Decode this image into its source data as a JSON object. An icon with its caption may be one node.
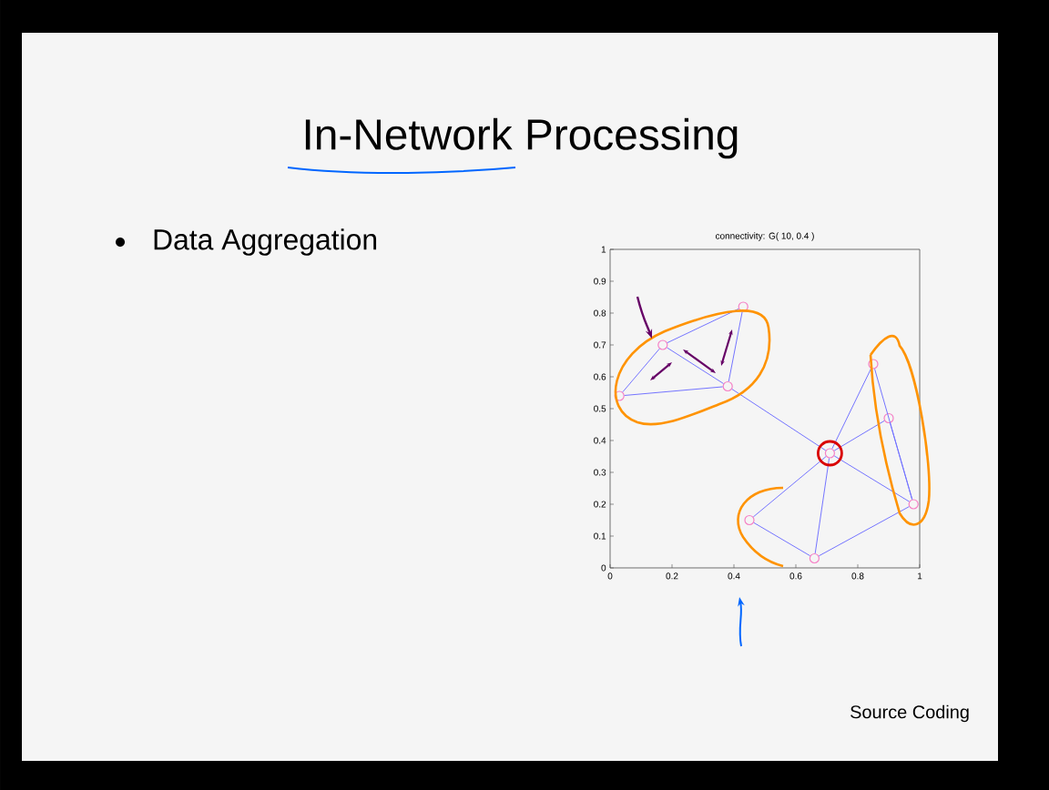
{
  "diagram": {
    "title": "In-Network Processing",
    "nodes": [
      {
        "text": [],
        "shape": "circle"
      },
      {
        "text": [],
        "shape": "circle"
      },
      {
        "text": [],
        "shape": "circle"
      },
      {
        "text": [],
        "shape": "circle"
      },
      {
        "text": [],
        "shape": "circle"
      },
      {
        "text": [],
        "shape": "circle"
      },
      {
        "text": [],
        "shape": "circle"
      },
      {
        "text": [],
        "shape": "circle"
      },
      {
        "text": [],
        "shape": "circle"
      },
      {
        "text": [],
        "shape": "circle"
      }
    ],
    "edges": [
      {
        "from": 0,
        "to": 1,
        "arrow": "none"
      },
      {
        "from": 0,
        "to": 2,
        "arrow": "none"
      },
      {
        "from": 1,
        "to": 2,
        "arrow": "none"
      },
      {
        "from": 1,
        "to": 3,
        "arrow": "none"
      },
      {
        "from": 2,
        "to": 3,
        "arrow": "none"
      },
      {
        "from": 2,
        "to": 6,
        "arrow": "none"
      },
      {
        "from": 6,
        "to": 7,
        "arrow": "none"
      },
      {
        "from": 6,
        "to": 8,
        "arrow": "none"
      },
      {
        "from": 6,
        "to": 9,
        "arrow": "none"
      },
      {
        "from": 6,
        "to": 4,
        "arrow": "none"
      },
      {
        "from": 6,
        "to": 5,
        "arrow": "none"
      },
      {
        "from": 7,
        "to": 9,
        "arrow": "none"
      },
      {
        "from": 8,
        "to": 9,
        "arrow": "none"
      },
      {
        "from": 4,
        "to": 5,
        "arrow": "none"
      },
      {
        "from": 5,
        "to": 9,
        "arrow": "none"
      }
    ],
    "labels": [
      "Data Aggregation",
      "connectivity: G( 10, 0.4 )",
      "1",
      "0.9",
      "0.8",
      "0.7",
      "0.6",
      "0.5",
      "0.4",
      "0.3",
      "0.2",
      "0.1",
      "0",
      "0",
      "0.2",
      "0.4",
      "0.6",
      "0.8",
      "1",
      "Source Coding"
    ]
  }
}
